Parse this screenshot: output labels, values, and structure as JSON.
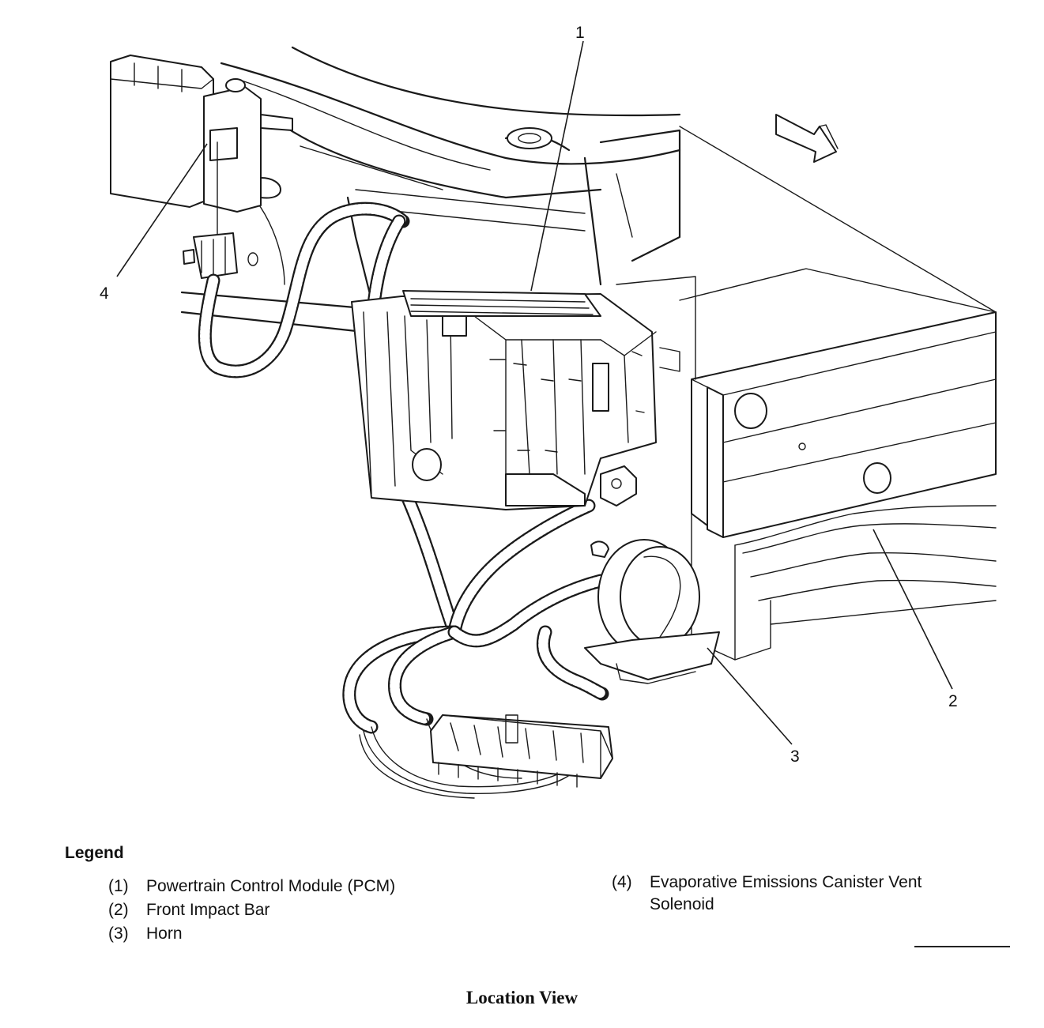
{
  "callouts": [
    {
      "number": "1"
    },
    {
      "number": "2"
    },
    {
      "number": "3"
    },
    {
      "number": "4"
    }
  ],
  "legend": {
    "title": "Legend",
    "items": [
      {
        "num": "(1)",
        "label": "Powertrain Control Module (PCM)"
      },
      {
        "num": "(2)",
        "label": "Front Impact Bar"
      },
      {
        "num": "(3)",
        "label": "Horn"
      },
      {
        "num": "(4)",
        "label": "Evaporative Emissions Canister Vent",
        "label2": "Solenoid"
      }
    ]
  },
  "caption": "Location View"
}
